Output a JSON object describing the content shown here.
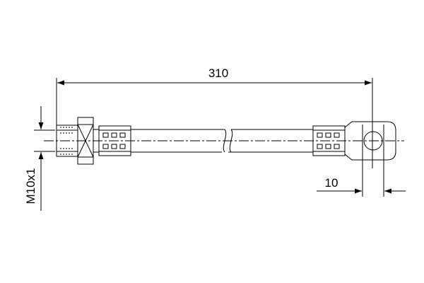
{
  "dimensions": {
    "overall_length": "310",
    "eye_offset": "10",
    "thread": "M10x1"
  },
  "colors": {
    "line": "#000000",
    "background": "#ffffff"
  }
}
